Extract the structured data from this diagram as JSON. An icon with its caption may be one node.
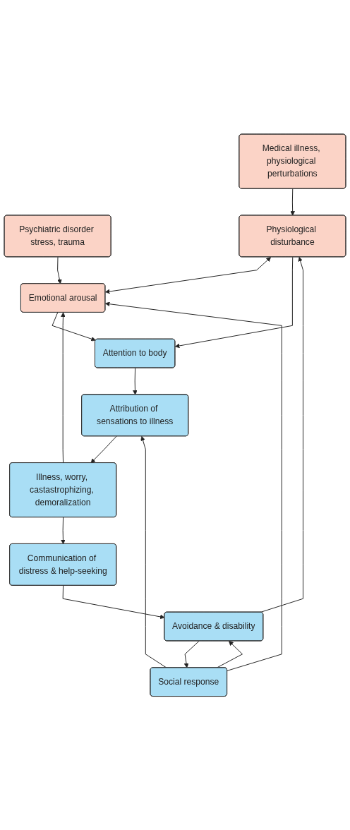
{
  "diagram": {
    "nodes": [
      {
        "text": [
          "Medical illness, physiological perturbations"
        ]
      },
      {
        "text": [
          "Psychiatric disorder stress, trauma"
        ]
      },
      {
        "text": [
          "Physiological disturbance"
        ]
      },
      {
        "text": [
          "Emotional arousal"
        ]
      },
      {
        "text": [
          "Attention to body"
        ]
      },
      {
        "text": [
          "Attribution of sensations to illness"
        ]
      },
      {
        "text": [
          "Illness, worry, castastrophizing, demoralization"
        ]
      },
      {
        "text": [
          "Communication of distress & help-seeking"
        ]
      },
      {
        "text": [
          "Avoidance & disability"
        ]
      },
      {
        "text": [
          "Social response"
        ]
      }
    ],
    "edges": [
      {
        "from": 0,
        "to": 2,
        "arrow": "to"
      },
      {
        "from": 1,
        "to": 3,
        "arrow": "to"
      },
      {
        "from": 2,
        "to": 3,
        "arrow": "both"
      },
      {
        "from": 2,
        "to": 4,
        "arrow": "to"
      },
      {
        "from": 3,
        "to": 4,
        "arrow": "to"
      },
      {
        "from": 4,
        "to": 5,
        "arrow": "to"
      },
      {
        "from": 5,
        "to": 6,
        "arrow": "to"
      },
      {
        "from": 6,
        "to": 3,
        "arrow": "to"
      },
      {
        "from": 6,
        "to": 7,
        "arrow": "to"
      },
      {
        "from": 7,
        "to": 8,
        "arrow": "to"
      },
      {
        "from": 8,
        "to": 2,
        "arrow": "to"
      },
      {
        "from": 8,
        "to": 9,
        "arrow": "to"
      },
      {
        "from": 9,
        "to": 8,
        "arrow": "to"
      },
      {
        "from": 9,
        "to": 5,
        "arrow": "to"
      },
      {
        "from": 9,
        "to": 3,
        "arrow": "to"
      }
    ]
  }
}
